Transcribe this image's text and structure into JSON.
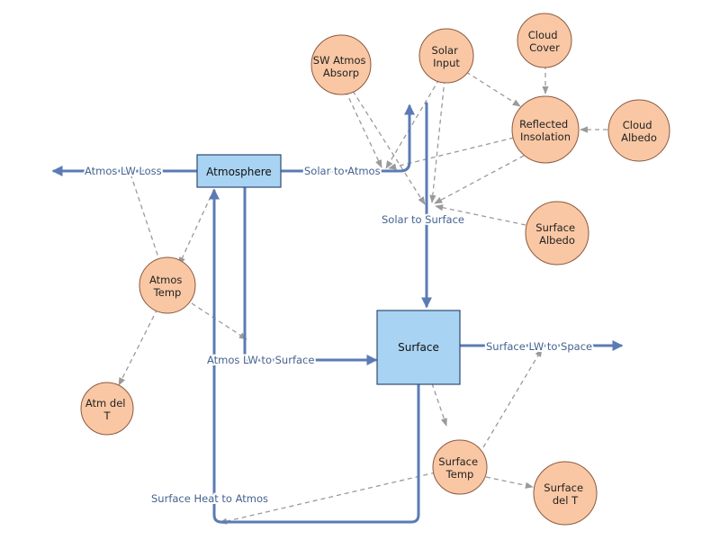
{
  "stocks": {
    "atmosphere": "Atmosphere",
    "surface": "Surface"
  },
  "flows": {
    "atmos_lw_loss": "Atmos LW Loss",
    "solar_to_atmos": "Solar to Atmos",
    "solar_to_surface": "Solar to Surface",
    "atmos_lw_to_surface": "Atmos LW to Surface",
    "surface_lw_to_space": "Surface LW to Space",
    "surface_heat_to_atmos": "Surface Heat to Atmos"
  },
  "variables": {
    "sw_atmos_absorp": [
      "SW Atmos",
      "Absorp"
    ],
    "solar_input": [
      "Solar",
      "Input"
    ],
    "cloud_cover": [
      "Cloud",
      "Cover"
    ],
    "reflected_insolation": [
      "Reflected",
      "Insolation"
    ],
    "cloud_albedo": [
      "Cloud",
      "Albedo"
    ],
    "surface_albedo": [
      "Surface",
      "Albedo"
    ],
    "atmos_temp": [
      "Atmos",
      "Temp"
    ],
    "atm_del_t": [
      "Atm del",
      "T"
    ],
    "surface_temp": [
      "Surface",
      "Temp"
    ],
    "surface_del_t": [
      "Surface",
      "del T"
    ]
  },
  "colors": {
    "flow": "#5b7bb4",
    "link": "#9a9a9a",
    "stock_fill": "#a9d3f2",
    "variable_fill": "#f9c7a4"
  }
}
